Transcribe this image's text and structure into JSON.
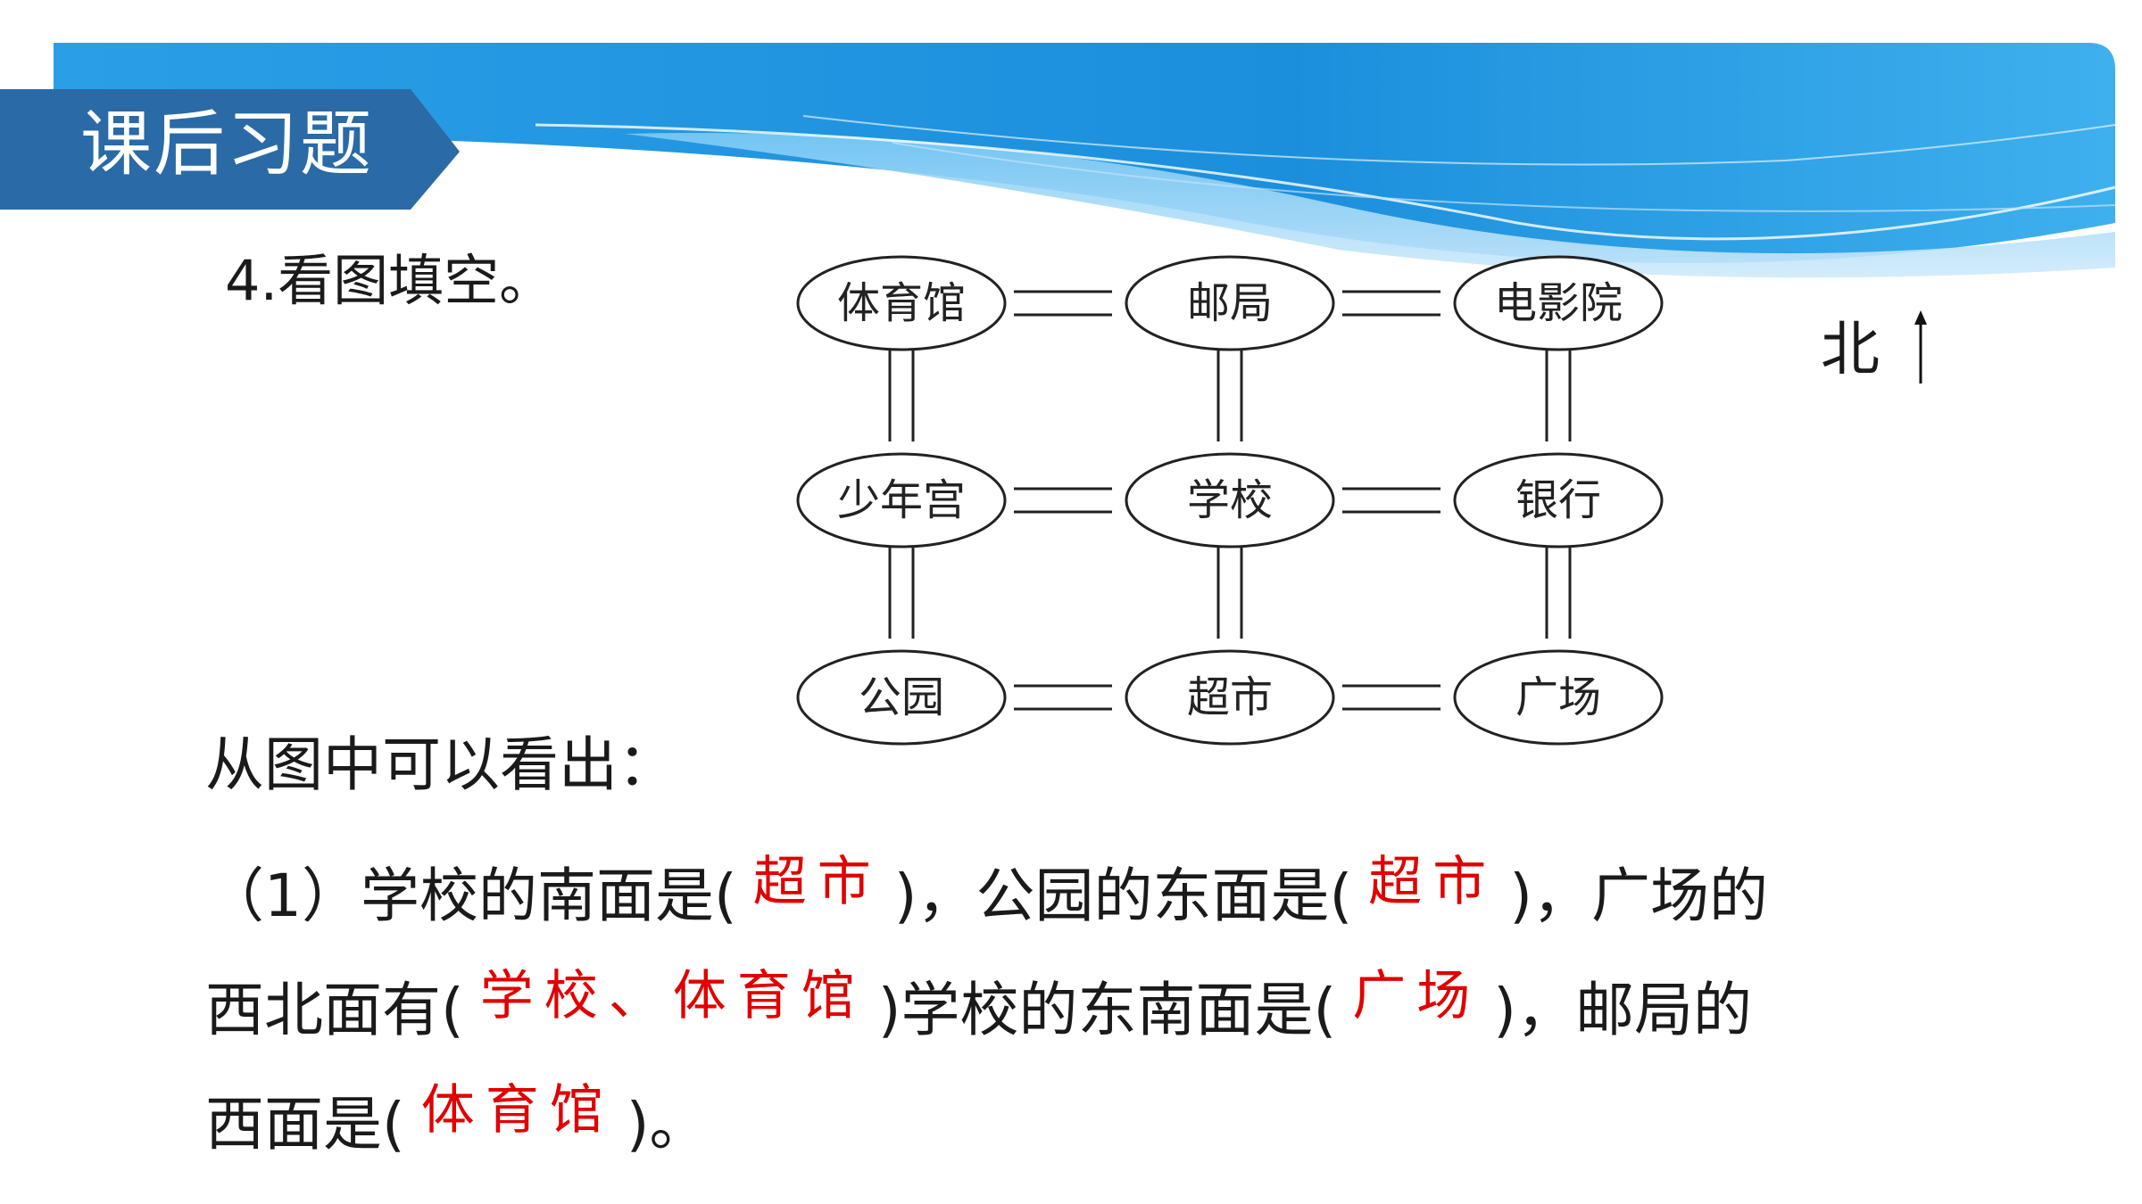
{
  "header": {
    "title": "课后习题"
  },
  "question": {
    "text": "4.看图填空。"
  },
  "compass": {
    "label": "北"
  },
  "map": {
    "rows": [
      [
        "体育馆",
        "邮局",
        "电影院"
      ],
      [
        "少年宫",
        "学校",
        "银行"
      ],
      [
        "公园",
        "超市",
        "广场"
      ]
    ]
  },
  "intro": {
    "text": "从图中可以看出："
  },
  "exercise": {
    "p1": "（1）学校的南面是(",
    "a1": "超市",
    "p2": ")，公园的东面是(",
    "a2": "超市",
    "p3": ")，广场的",
    "p4": "西北面有(",
    "a3": "学校、体育馆",
    "p5": ")学校的东南面是(",
    "a4": "广场",
    "p6": ")，邮局的",
    "p7": "西面是(",
    "a5": "体育馆",
    "p8": ")。"
  },
  "colors": {
    "answer": "#e00000",
    "banner": "#1e93dd",
    "tab": "#2a6aa6"
  }
}
